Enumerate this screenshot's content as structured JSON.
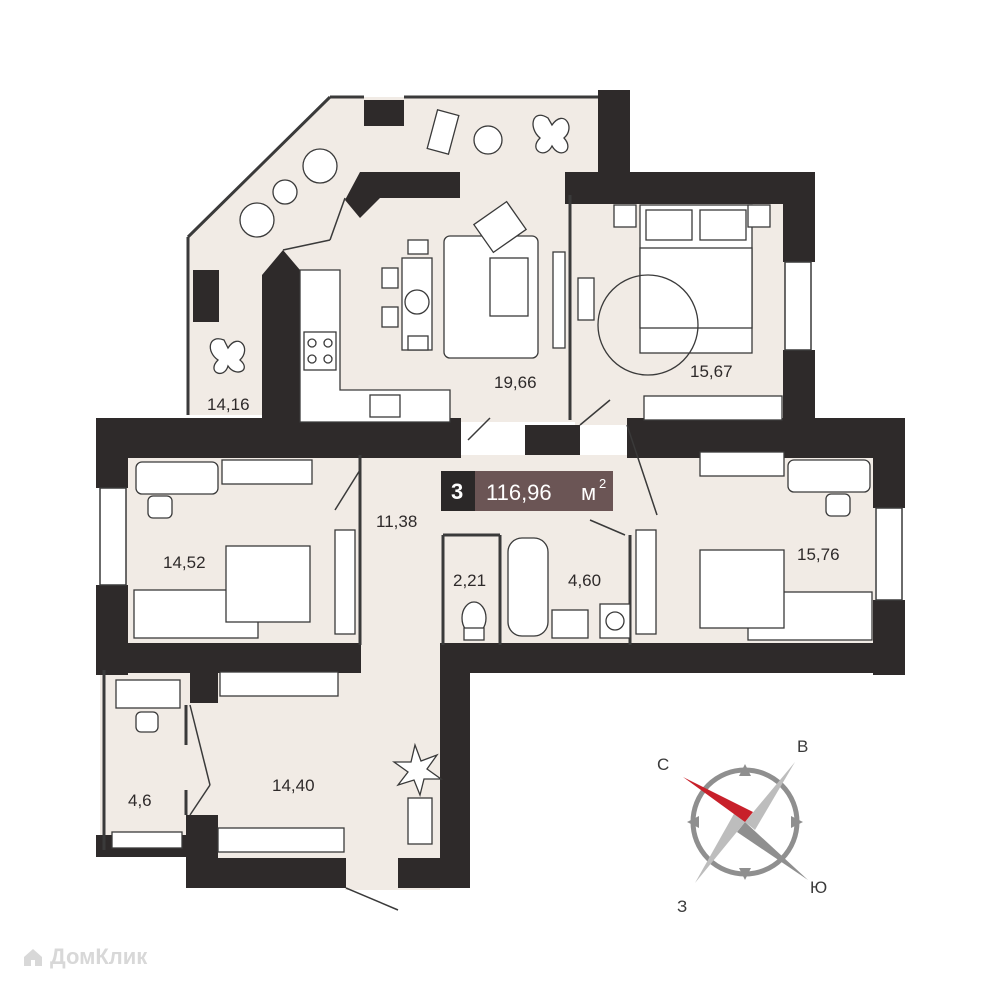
{
  "summary": {
    "rooms": "3",
    "total_area": "116,96",
    "unit": "м",
    "unit_power": "2",
    "badge_dark": "#2b2828",
    "badge_accent": "#6b5555"
  },
  "rooms": [
    {
      "id": "balcony-top",
      "area": "14,16"
    },
    {
      "id": "kitchen-living",
      "area": "19,66"
    },
    {
      "id": "bedroom-master",
      "area": "15,67"
    },
    {
      "id": "bedroom-left",
      "area": "14,52"
    },
    {
      "id": "hall",
      "area": "11,38"
    },
    {
      "id": "wc",
      "area": "2,21"
    },
    {
      "id": "bathroom",
      "area": "4,60"
    },
    {
      "id": "bedroom-right",
      "area": "15,76"
    },
    {
      "id": "balcony-bottom",
      "area": "4,6"
    },
    {
      "id": "corridor",
      "area": "14,40"
    }
  ],
  "compass": {
    "north": "С",
    "east": "В",
    "south": "Ю",
    "west": "З",
    "north_color": "#c8202a"
  },
  "watermark": {
    "text": "ДомКлик"
  },
  "colors": {
    "wall": "#2e2a2a",
    "floor": "#f1ebe5",
    "furniture": "#ffffff",
    "line": "#3a3a3a"
  }
}
